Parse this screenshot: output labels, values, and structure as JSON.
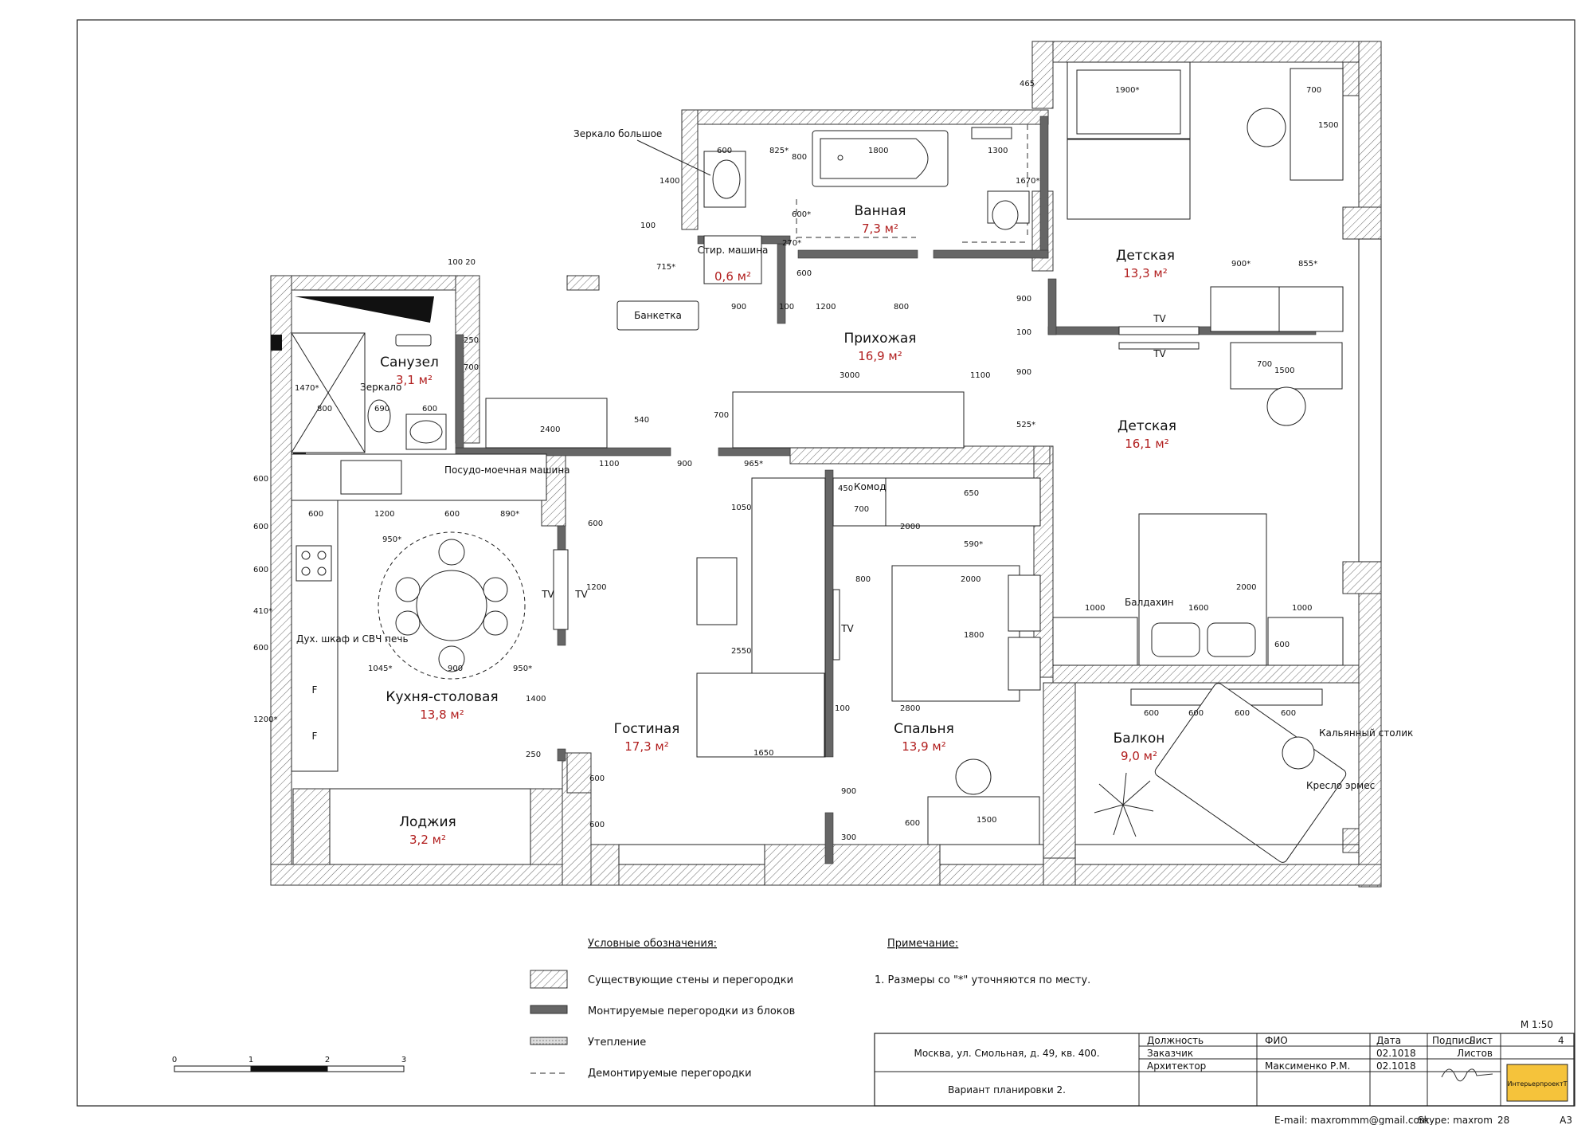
{
  "rooms": {
    "bathroom": {
      "name": "Ванная",
      "area": "7,3 м²"
    },
    "laundry": {
      "name": "Стир. машина",
      "area": "0,6 м²"
    },
    "toilet": {
      "name": "Санузел",
      "area": "3,1 м²"
    },
    "hall": {
      "name": "Прихожая",
      "area": "16,9 м²"
    },
    "kids1": {
      "name": "Детская",
      "area": "13,3 м²"
    },
    "kids2": {
      "name": "Детская",
      "area": "16,1 м²"
    },
    "kitchen": {
      "name": "Кухня-столовая",
      "area": "13,8 м²"
    },
    "living": {
      "name": "Гостиная",
      "area": "17,3 м²"
    },
    "bedroom": {
      "name": "Спальня",
      "area": "13,9 м²"
    },
    "balcony": {
      "name": "Балкон",
      "area": "9,0 м²"
    },
    "loggia": {
      "name": "Лоджия",
      "area": "3,2 м²"
    }
  },
  "labels": {
    "mirror_big": "Зеркало большое",
    "mirror": "Зеркало",
    "bench": "Банкетка",
    "dishwasher": "Посудо-моечная машина",
    "oven": "Дух. шкаф и СВЧ печь",
    "dresser": "Комод",
    "canopy": "Балдахин",
    "hookah_table": "Кальянный столик",
    "chair": "Кресло эрмес",
    "tv": "TV",
    "fridge": "F"
  },
  "dimensions": {
    "d465": "465",
    "d1900": "1900*",
    "d700a": "700",
    "d1500a": "1500",
    "d600a": "600",
    "d825": "825*",
    "d1800a": "1800",
    "d1300": "1300",
    "d1400a": "1400",
    "d100a": "100",
    "d800a": "800",
    "d600b": "600*",
    "d1670": "1670*",
    "d715": "715*",
    "d270": "270*",
    "d600c": "600",
    "d900a": "900",
    "d100b": "100",
    "d1200a": "1200",
    "d800b": "800",
    "d900b": "900*",
    "d855": "855*",
    "d900c": "900",
    "d100c": "100",
    "d900d": "900",
    "d700b": "700",
    "d1500b": "1500",
    "d100_20": "100 20",
    "d250": "250",
    "d700c": "700",
    "d1470": "1470*",
    "d800c": "800",
    "d690": "690",
    "d600d": "600",
    "d2400": "2400",
    "d540": "540",
    "d700d": "700",
    "d3000": "3000",
    "d1100a": "1100",
    "d525": "525*",
    "d1100b": "1100",
    "d900e": "900",
    "d965": "965*",
    "d450": "450",
    "d700e": "700",
    "d650": "650",
    "d2000a": "2000",
    "d590": "590*",
    "d1050": "1050",
    "d600e": "600",
    "d1200b": "1200",
    "d800d": "800",
    "d2000b": "2000",
    "d1800b": "1800",
    "d1000a": "1000",
    "d1600": "1600",
    "d2000c": "2000",
    "d1000b": "1000",
    "d600f": "600",
    "d2800": "2800",
    "d100d": "100",
    "d600g": "600",
    "d600h": "600",
    "d600i": "600",
    "d600j": "600",
    "k600a": "600",
    "k1200": "1200",
    "k600b": "600",
    "k890": "890*",
    "k950a": "950*",
    "k1045": "1045*",
    "k900": "900",
    "k950b": "950*",
    "k1400": "1400",
    "k250": "250",
    "l600a": "600",
    "l600b": "600",
    "l600c": "600",
    "l410": "410*",
    "l600d": "600",
    "l1200": "1200*",
    "g2550": "2550",
    "g1650": "1650",
    "g600a": "600",
    "g600b": "600",
    "s900": "900",
    "s600": "600",
    "s1500": "1500",
    "s300": "300"
  },
  "legend": {
    "title": "Условные обозначения:",
    "items": [
      "Существующие стены и перегородки",
      "Монтируемые перегородки из блоков",
      "Утепление",
      "Демонтируемые перегородки"
    ]
  },
  "note": {
    "title": "Примечание:",
    "text": "1.  Размеры со \"*\" уточняются по месту."
  },
  "scale_bar": {
    "ticks": [
      "0",
      "1",
      "2",
      "3"
    ]
  },
  "title_block": {
    "scale": "М 1:50",
    "address": "Москва, ул. Смольная, д. 49, кв. 400.",
    "project": "Вариант планировки 2.",
    "headers": [
      "Должность",
      "ФИО",
      "Дата",
      "Подпись",
      "Лист"
    ],
    "sheet_no": "4",
    "sheets_label": "Листов",
    "customer_role": "Заказчик",
    "customer_date": "02.1018",
    "architect_role": "Архитектор",
    "architect_name": "Максименко Р.М.",
    "architect_date": "02.1018",
    "company": "ИнтерьерпроектТ",
    "format": "А3"
  },
  "contacts": {
    "email": "E-mail: maxrommm@gmail.com",
    "skype": "Skype: maxrom_28"
  },
  "colors": {
    "area_text": "#b11e1e",
    "new_wall": "#666666",
    "stamp": "#f5c33b"
  }
}
